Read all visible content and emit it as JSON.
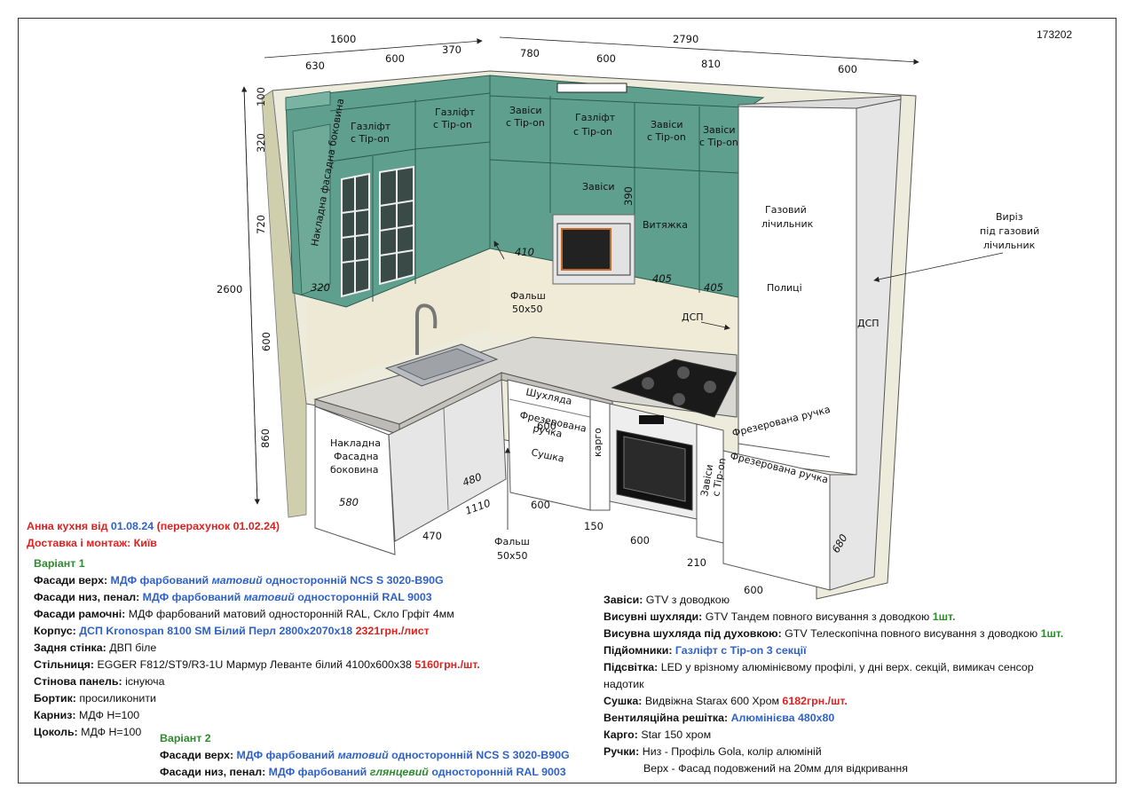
{
  "drawing_code": "173202",
  "labels": {
    "gaslift1": "Газліфт",
    "tipon": "с Tip-on",
    "gaslift2": "Газліфт",
    "hinges": "Завіси",
    "gaslift3": "Газліфт",
    "hinges2": "Завіси",
    "hinges3": "Завіси",
    "hinges_mid": "Завіси",
    "hood": "Витяжка",
    "side_panel_top": "Накладна фасадна боковина",
    "gas_meter1": "Газовий",
    "gas_meter2": "лічильник",
    "shelves": "Полиці",
    "cutout1": "Виріз",
    "cutout2": "під газовий",
    "cutout3": "лічильник",
    "dsp1": "ДСП",
    "dsp2": "ДСП",
    "falsh1": "Фальш",
    "falsh_size": "50х50",
    "falsh2": "Фальш",
    "drawer": "Шухляда",
    "milled1": "Фрезерована",
    "milled1b": "ручка",
    "dryer": "Сушка",
    "cargo": "карго",
    "hinges_tipon1": "Завіси",
    "hinges_tipon2": "с Tip-on",
    "milled2": "Фрезерована ручка",
    "milled3": "Фрезерована ручка",
    "side_low1": "Накладна",
    "side_low2": "Фасадна",
    "side_low3": "боковина"
  },
  "dimensions": {
    "d1600": "1600",
    "d630": "630",
    "d600a": "600",
    "d370": "370",
    "d2790": "2790",
    "d780": "780",
    "d600b": "600",
    "d810": "810",
    "d600c": "600",
    "d100": "100",
    "d320": "320",
    "d720": "720",
    "d2600": "2600",
    "d600v": "600",
    "d860": "860",
    "d390": "390",
    "d410": "410",
    "d405a": "405",
    "d405b": "405",
    "d320i": "320",
    "d580": "580",
    "d480": "480",
    "d1110": "1110",
    "d470": "470",
    "d600d": "600",
    "d150": "150",
    "d600e": "600",
    "d210": "210",
    "d600f": "600",
    "d680": "680"
  },
  "header": {
    "prefix": "Анна кухня від ",
    "date": "01.08.24",
    "recalc": " (перерахунок 01.02.24)",
    "delivery": "Доставка і монтаж: Київ"
  },
  "variant1": {
    "title": "Варіант 1",
    "upper_label": "Фасади верх: ",
    "upper_a": "МДФ фарбований ",
    "upper_b": "матовий",
    "upper_c": " односторонній NCS S 3020-B90G",
    "lower_label": "Фасади низ, пенал: ",
    "lower_a": "МДФ фарбований ",
    "lower_b": "матовий",
    "lower_c": " односторонній RAL 9003",
    "frame_label": "Фасади рамочні: ",
    "frame_val": "МДФ фарбований матовий односторонній RAL, Скло Грфіт 4мм",
    "body_label": "Корпус: ",
    "body_val": "ДСП Kronospan 8100 SM Білий Перл 2800х2070х18 ",
    "body_price": "2321грн./лист",
    "back_label": "Задня стінка: ",
    "back_val": "ДВП біле",
    "top_label": "Стільниця: ",
    "top_val": "EGGER F812/ST9/R3-1U Мармур Леванте білий 4100х600х38 ",
    "top_price": "5160грн./шт.",
    "wall_label": "Стінова панель: ",
    "wall_val": "існуюча",
    "edge_label": "Бортик: ",
    "edge_val": "просиликонити",
    "cornice_label": "Карниз: ",
    "cornice_val": "МДФ H=100",
    "plinth_label": "Цоколь: ",
    "plinth_val": "МДФ H=100"
  },
  "variant2": {
    "title": "Варіант 2",
    "upper_label": "Фасади верх: ",
    "upper_a": "МДФ фарбований ",
    "upper_b": "матовий",
    "upper_c": " односторонній NCS S 3020-B90G",
    "lower_label": "Фасади низ, пенал: ",
    "lower_a": "МДФ фарбований ",
    "lower_b": "глянцевий",
    "lower_c": " односторонній RAL 9003"
  },
  "hardware": {
    "hinges_label": "Завіси: ",
    "hinges_val": "GTV з доводкою",
    "drawers_label": "Висувні шухляди: ",
    "drawers_val": "GTV Тандем повного висування з доводкою ",
    "drawers_qty": "1шт.",
    "oven_drawer_label": "Висувна шухляда під духовкою: ",
    "oven_drawer_val": "GTV Телескопічна повного висування з доводкою ",
    "oven_drawer_qty": "1шт.",
    "lifts_label": "Підйомники: ",
    "lifts_val": "Газліфт с Tip-on 3 секції",
    "light_label": "Підсвітка: ",
    "light_val": "LED у врізному алюмінієвому профілі, у дні верх. секцій, вимикач сенсор",
    "light_val2": "надотик",
    "dryer_label": "Сушка: ",
    "dryer_val": "Видвіжна Starax 600 Хром ",
    "dryer_price": "6182грн./шт.",
    "vent_label": "Вентиляційна решітка: ",
    "vent_val": "Алюмінієва 480х80",
    "cargo_label": "Карго: ",
    "cargo_val": "Star 150 хром",
    "handles_label": "Ручки: ",
    "handles_val": "Низ - Профіль Gola, колір алюміній",
    "handles_val2": "Верх - Фасад подовжений на 20мм для відкривання"
  }
}
